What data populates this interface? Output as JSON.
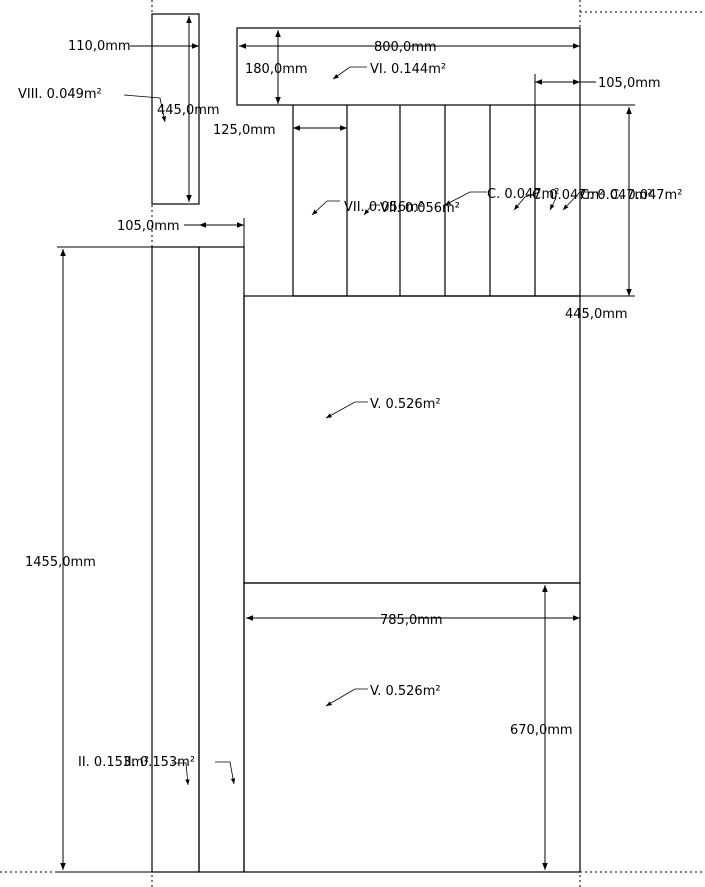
{
  "dimensions": {
    "top_width": "800,0mm",
    "top_height": "180,0mm",
    "right_offset": "105,0mm",
    "strip_width": "125,0mm",
    "strip_height": "445,0mm",
    "left_panel_width": "110,0mm",
    "left_panel_height": "445,0mm",
    "upper_left_offset": "105,0mm",
    "total_height": "1455,0mm",
    "bottom_width": "785,0mm",
    "bottom_height": "670,0mm"
  },
  "labels": {
    "viii": "VIII. 0.049m²",
    "vi": "VI. 0.144m²",
    "vii_a": "VII. 0.056m²",
    "vii_b": "VII. 0.056m²",
    "c1": "C. 0.047m²",
    "c2": "C. 0.047m²",
    "c3": "C. 0.047m²",
    "c4": "C. 0.047m²",
    "v_upper": "V. 0.526m²",
    "v_lower": "V. 0.526m²",
    "ii_a": "II. 0.153m²",
    "ii_b": "II. 0.153m²"
  }
}
